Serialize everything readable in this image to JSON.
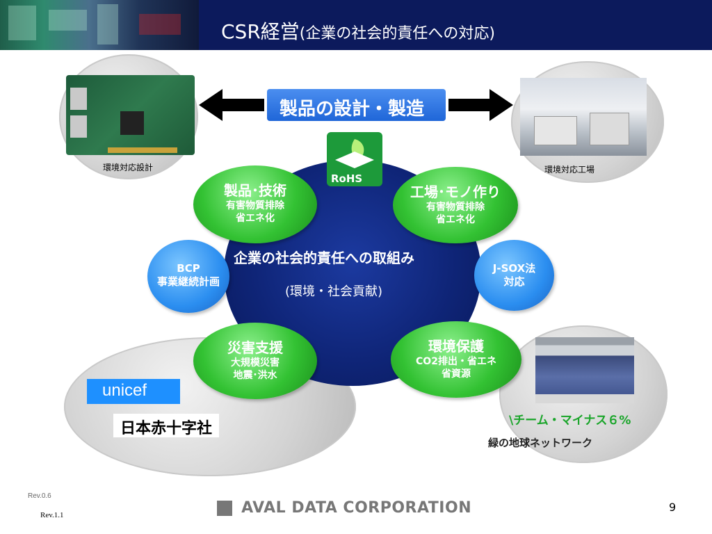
{
  "header": {
    "title_main": "CSR経営",
    "title_sub": "(企業の社会的責任への対応)"
  },
  "top": {
    "design_label": "製品の設計・製造",
    "left_caption": "環境対応設計",
    "right_caption": "環境対応工場"
  },
  "rohs": {
    "label": "RoHS"
  },
  "center": {
    "line1": "企業の社会的責任への取組み",
    "line2": "(環境・社会貢献)"
  },
  "circles": {
    "product": {
      "title": "製品･技術",
      "l1": "有害物質排除",
      "l2": "省エネ化"
    },
    "factory": {
      "title": "工場･モノ作り",
      "l1": "有害物質排除",
      "l2": "省エネ化"
    },
    "bcp": {
      "l1": "BCP",
      "l2": "事業継続計画"
    },
    "jsox": {
      "l1": "J-SOX法",
      "l2": "対応"
    },
    "disaster": {
      "title": "災害支援",
      "l1": "大規模災害",
      "l2": "地震･洪水"
    },
    "environment": {
      "title": "環境保護",
      "l1": "CO2排出・省エネ",
      "l2": "省資源"
    }
  },
  "bottom_left": {
    "unicef": "unicef",
    "redcross": "日本赤十字社"
  },
  "bottom_right": {
    "team_minus": "\\チーム・マイナス６%",
    "green_network": "緑の地球ネットワーク"
  },
  "footer": {
    "rev_top": "Rev.0.6",
    "rev_bottom": "Rev.1.1",
    "company": "AVAL DATA CORPORATION",
    "page": "9"
  },
  "colors": {
    "header_bg": "#0c1a5c",
    "green": "#33c233",
    "blue": "#2b8ef0",
    "center": "#0f2578",
    "team_green": "#1aa52a"
  }
}
